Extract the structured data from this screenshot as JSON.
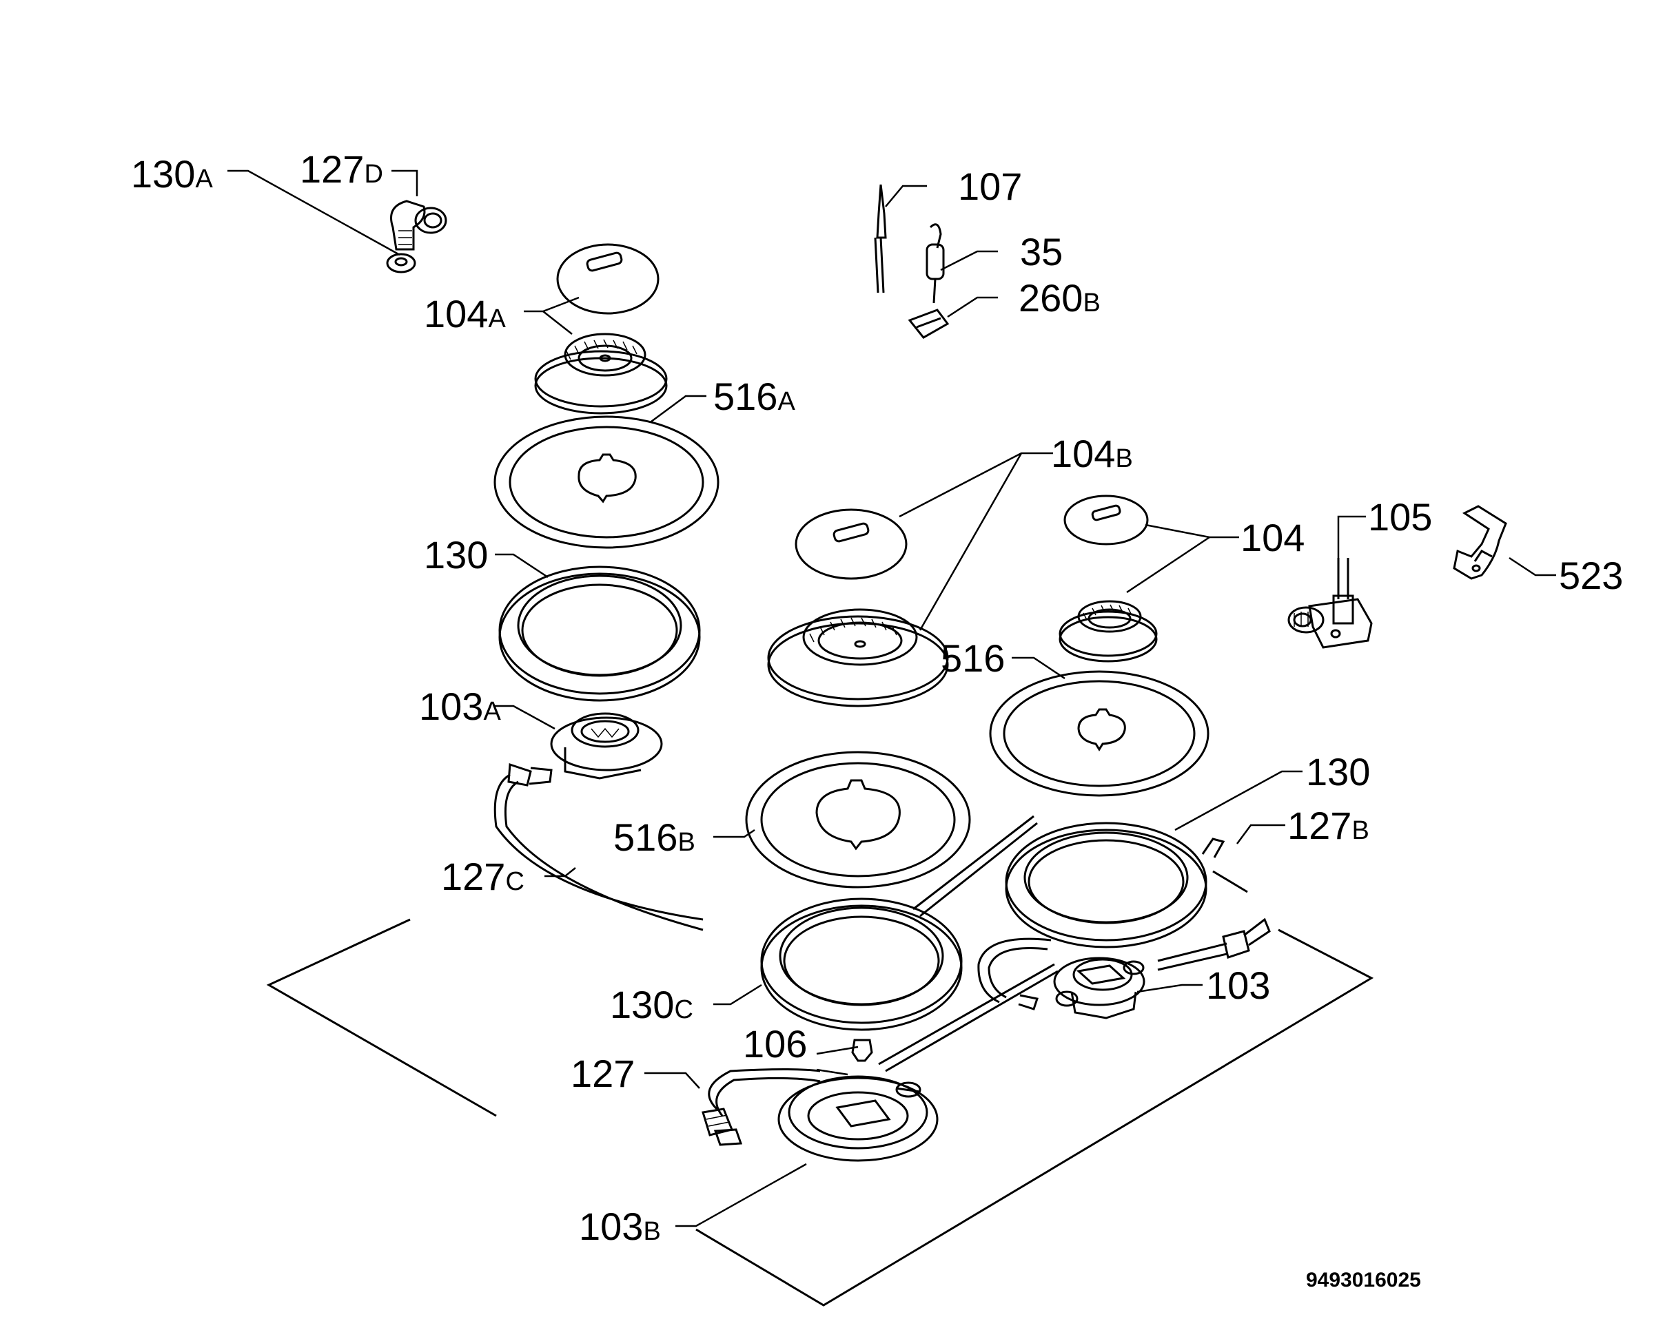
{
  "diagram": {
    "document_number": "9493016025",
    "callouts": [
      {
        "id": "130A",
        "num": "130",
        "suffix": "A"
      },
      {
        "id": "127D",
        "num": "127",
        "suffix": "D"
      },
      {
        "id": "107",
        "num": "107",
        "suffix": ""
      },
      {
        "id": "35",
        "num": "35",
        "suffix": ""
      },
      {
        "id": "260B",
        "num": "260",
        "suffix": "B"
      },
      {
        "id": "104A",
        "num": "104",
        "suffix": "A"
      },
      {
        "id": "516A",
        "num": "516",
        "suffix": "A"
      },
      {
        "id": "104B",
        "num": "104",
        "suffix": "B"
      },
      {
        "id": "104",
        "num": "104",
        "suffix": ""
      },
      {
        "id": "105",
        "num": "105",
        "suffix": ""
      },
      {
        "id": "523",
        "num": "523",
        "suffix": ""
      },
      {
        "id": "130",
        "num": "130",
        "suffix": ""
      },
      {
        "id": "516",
        "num": "516",
        "suffix": ""
      },
      {
        "id": "103A",
        "num": "103",
        "suffix": "A"
      },
      {
        "id": "130R",
        "num": "130",
        "suffix": ""
      },
      {
        "id": "127B",
        "num": "127",
        "suffix": "B"
      },
      {
        "id": "516B",
        "num": "516",
        "suffix": "B"
      },
      {
        "id": "127C",
        "num": "127",
        "suffix": "C"
      },
      {
        "id": "103",
        "num": "103",
        "suffix": ""
      },
      {
        "id": "130C",
        "num": "130",
        "suffix": "C"
      },
      {
        "id": "106",
        "num": "106",
        "suffix": ""
      },
      {
        "id": "127",
        "num": "127",
        "suffix": ""
      },
      {
        "id": "103B",
        "num": "103",
        "suffix": "B"
      }
    ]
  }
}
